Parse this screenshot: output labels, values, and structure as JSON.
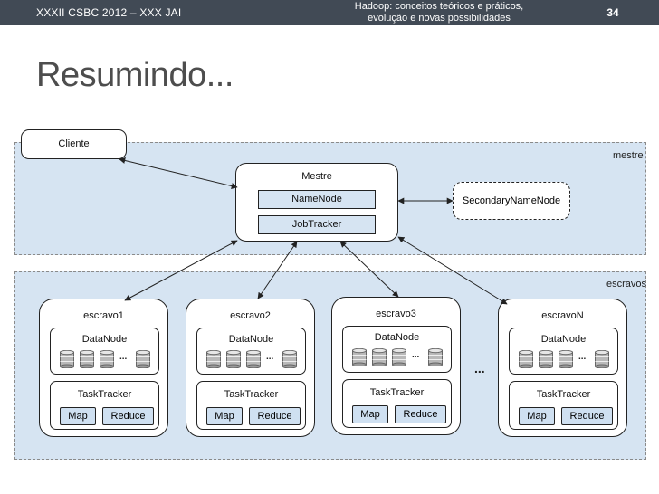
{
  "header": {
    "left_text": "XXXII CSBC 2012 – XXX JAI",
    "center_line1": "Hadoop: conceitos teóricos e práticos,",
    "center_line2": "evolução e novas possibilidades",
    "page_number": "34"
  },
  "slide_title": "Resumindo...",
  "diagram": {
    "client_label": "Cliente",
    "master_region_label": "mestre",
    "slaves_region_label": "escravos",
    "master": {
      "label": "Mestre",
      "namenode": "NameNode",
      "jobtracker": "JobTracker"
    },
    "secondary_label": "SecondaryNameNode",
    "slaves": [
      {
        "label": "escravo1",
        "datanode": "DataNode",
        "tasktracker": "TaskTracker",
        "map": "Map",
        "reduce": "Reduce",
        "dots": "..."
      },
      {
        "label": "escravo2",
        "datanode": "DataNode",
        "tasktracker": "TaskTracker",
        "map": "Map",
        "reduce": "Reduce",
        "dots": "..."
      },
      {
        "label": "escravo3",
        "datanode": "DataNode",
        "tasktracker": "TaskTracker",
        "map": "Map",
        "reduce": "Reduce",
        "dots": "..."
      },
      {
        "label": "escravoN",
        "datanode": "DataNode",
        "tasktracker": "TaskTracker",
        "map": "Map",
        "reduce": "Reduce",
        "dots": "..."
      }
    ],
    "between_slaves_dots": "..."
  }
}
